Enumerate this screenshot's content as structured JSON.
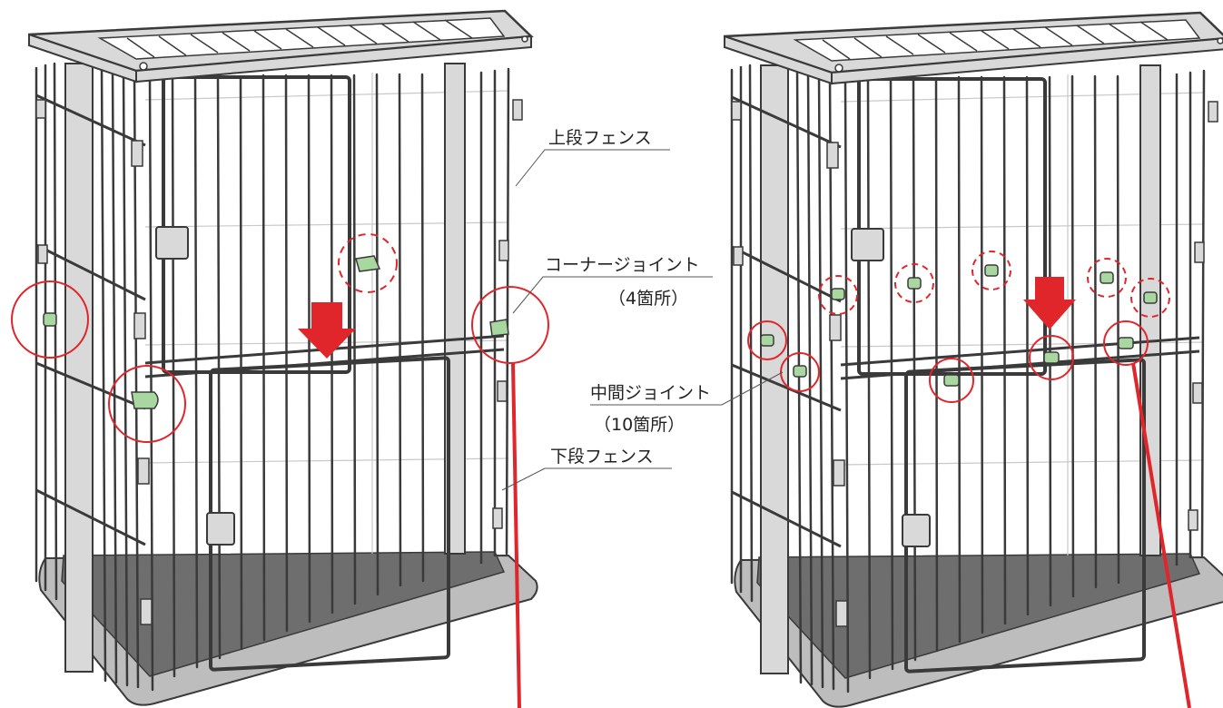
{
  "labels": {
    "upper_fence": "上段フェンス",
    "corner_joint": "コーナージョイント",
    "corner_joint_count": "（4箇所）",
    "middle_joint": "中間ジョイント",
    "middle_joint_count": "（10箇所）",
    "lower_fence": "下段フェンス"
  },
  "colors": {
    "frame_dark": "#3a3a3a",
    "frame_fill": "#d9d9d9",
    "tray_fill": "#6e6e6e",
    "tray_rim": "#cfcfcf",
    "joint_green": "#a8d8a0",
    "highlight_red": "#e0252b",
    "arrow_red": "#e0252b"
  },
  "icons": {
    "arrow": "down-arrow-icon",
    "highlight": "circle-highlight-icon"
  }
}
